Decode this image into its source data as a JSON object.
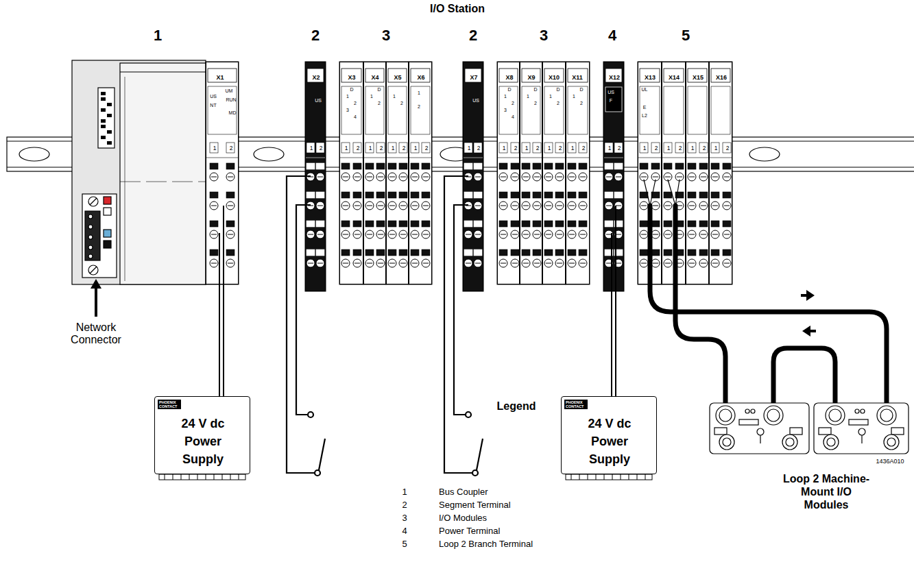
{
  "diagram": {
    "title": "I/O Station",
    "nodes": [
      {
        "text": [
          "X1",
          "UM",
          "US",
          "RUN",
          "NT",
          "MD",
          "1",
          "2"
        ]
      },
      {
        "text": [
          "X2",
          "US",
          "1",
          "2"
        ]
      },
      {
        "text": [
          "X3",
          "D",
          "1",
          "2",
          "3",
          "4",
          "1",
          "2"
        ]
      },
      {
        "text": [
          "X4",
          "D",
          "1",
          "2",
          "1",
          "2"
        ]
      },
      {
        "text": [
          "X5",
          "1",
          "2",
          "1",
          "2"
        ]
      },
      {
        "text": [
          "X6",
          "1",
          "2",
          "1",
          "2"
        ]
      },
      {
        "text": [
          "X7",
          "US",
          "1",
          "2"
        ]
      },
      {
        "text": [
          "X8",
          "D",
          "1",
          "2",
          "3",
          "4",
          "1",
          "2"
        ]
      },
      {
        "text": [
          "X9",
          "D",
          "1",
          "2",
          "1",
          "2"
        ]
      },
      {
        "text": [
          "X10",
          "D",
          "1",
          "2",
          "1",
          "2"
        ]
      },
      {
        "text": [
          "X11",
          "D",
          "1",
          "2",
          "1",
          "2"
        ]
      },
      {
        "text": [
          "X12",
          "US",
          "F",
          "1",
          "2"
        ]
      },
      {
        "text": [
          "X13",
          "UL",
          "E",
          "L2",
          "1",
          "2"
        ]
      },
      {
        "text": [
          "X14",
          "1",
          "2"
        ]
      },
      {
        "text": [
          "X15",
          "1",
          "2"
        ]
      },
      {
        "text": [
          "X16",
          "1",
          "2"
        ]
      },
      {
        "text": [
          "PHOENIX CONTACT",
          "24 V dc Power Supply"
        ]
      },
      {
        "text": [
          "PHOENIX CONTACT",
          "24 V dc Power Supply"
        ]
      }
    ],
    "edges": [
      {
        "from": 0,
        "to": 16,
        "arrow": "none"
      },
      {
        "from": 11,
        "to": 17,
        "arrow": "none"
      }
    ],
    "labels": [
      "1",
      "2",
      "3",
      "2",
      "3",
      "4",
      "5",
      "Network Connector",
      "Legend",
      "1",
      "2",
      "3",
      "4",
      "5",
      "1436A010",
      "Loop 2 Machine-Mount I/O Modules"
    ],
    "legend": [
      {
        "text": "Bus Coupler"
      },
      {
        "text": "Segment Terminal"
      },
      {
        "text": "I/O Modules"
      },
      {
        "text": "Power Terminal"
      },
      {
        "text": "Loop 2 Branch Terminal"
      }
    ]
  }
}
